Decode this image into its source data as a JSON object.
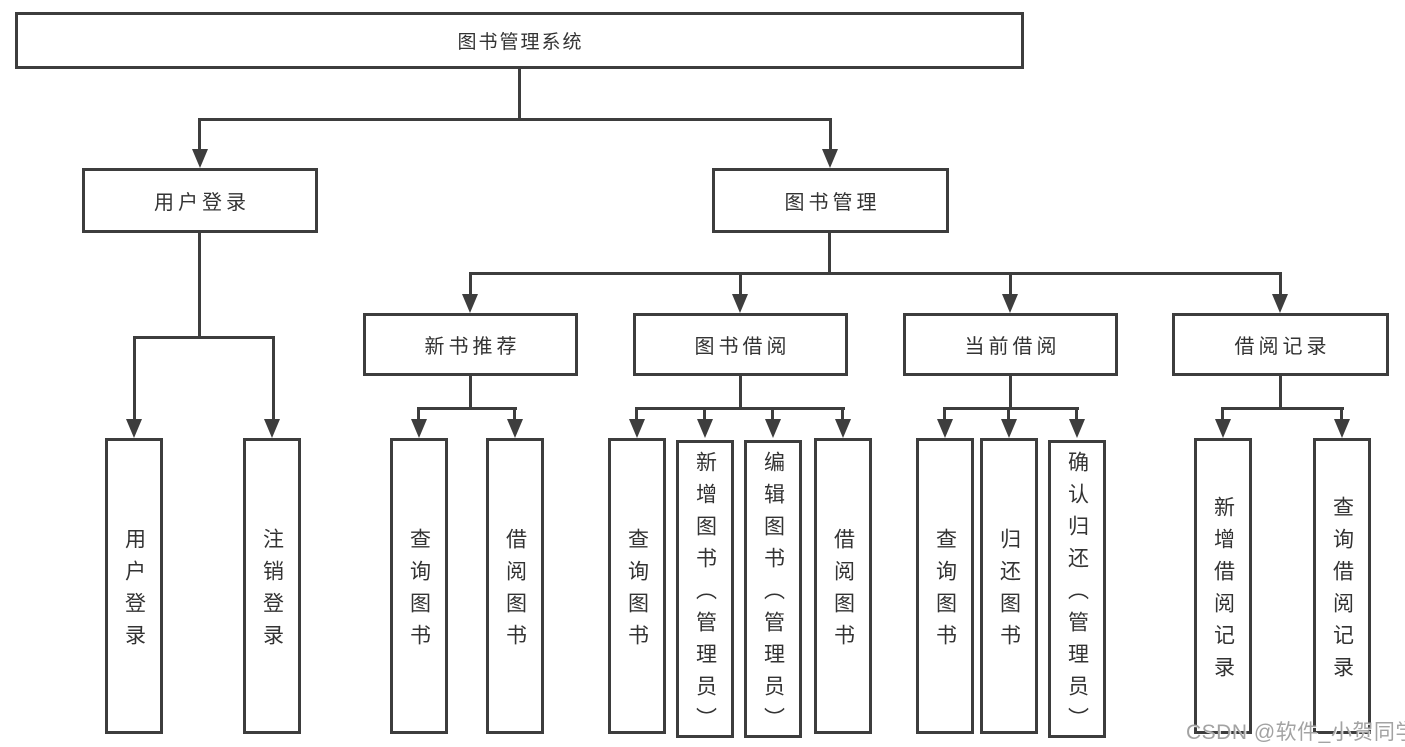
{
  "tree": {
    "label": "图书管理系统",
    "children": [
      {
        "label": "用户登录",
        "children": [
          {
            "label": "用户登录"
          },
          {
            "label": "注销登录"
          }
        ]
      },
      {
        "label": "图书管理",
        "children": [
          {
            "label": "新书推荐",
            "children": [
              {
                "label": "查询图书"
              },
              {
                "label": "借阅图书"
              }
            ]
          },
          {
            "label": "图书借阅",
            "children": [
              {
                "label": "查询图书"
              },
              {
                "label": "新增图书（管理员）"
              },
              {
                "label": "编辑图书（管理员）"
              },
              {
                "label": "借阅图书"
              }
            ]
          },
          {
            "label": "当前借阅",
            "children": [
              {
                "label": "查询图书"
              },
              {
                "label": "归还图书"
              },
              {
                "label": "确认归还（管理员）"
              }
            ]
          },
          {
            "label": "借阅记录",
            "children": [
              {
                "label": "新增借阅记录"
              },
              {
                "label": "查询借阅记录"
              }
            ]
          }
        ]
      }
    ]
  },
  "watermark": {
    "text": "CSDN @软件_小贺同学"
  },
  "colors": {
    "line": "#3d3d3d",
    "text": "#333333",
    "watermark": "#a3a3a3",
    "bg": "#ffffff"
  }
}
